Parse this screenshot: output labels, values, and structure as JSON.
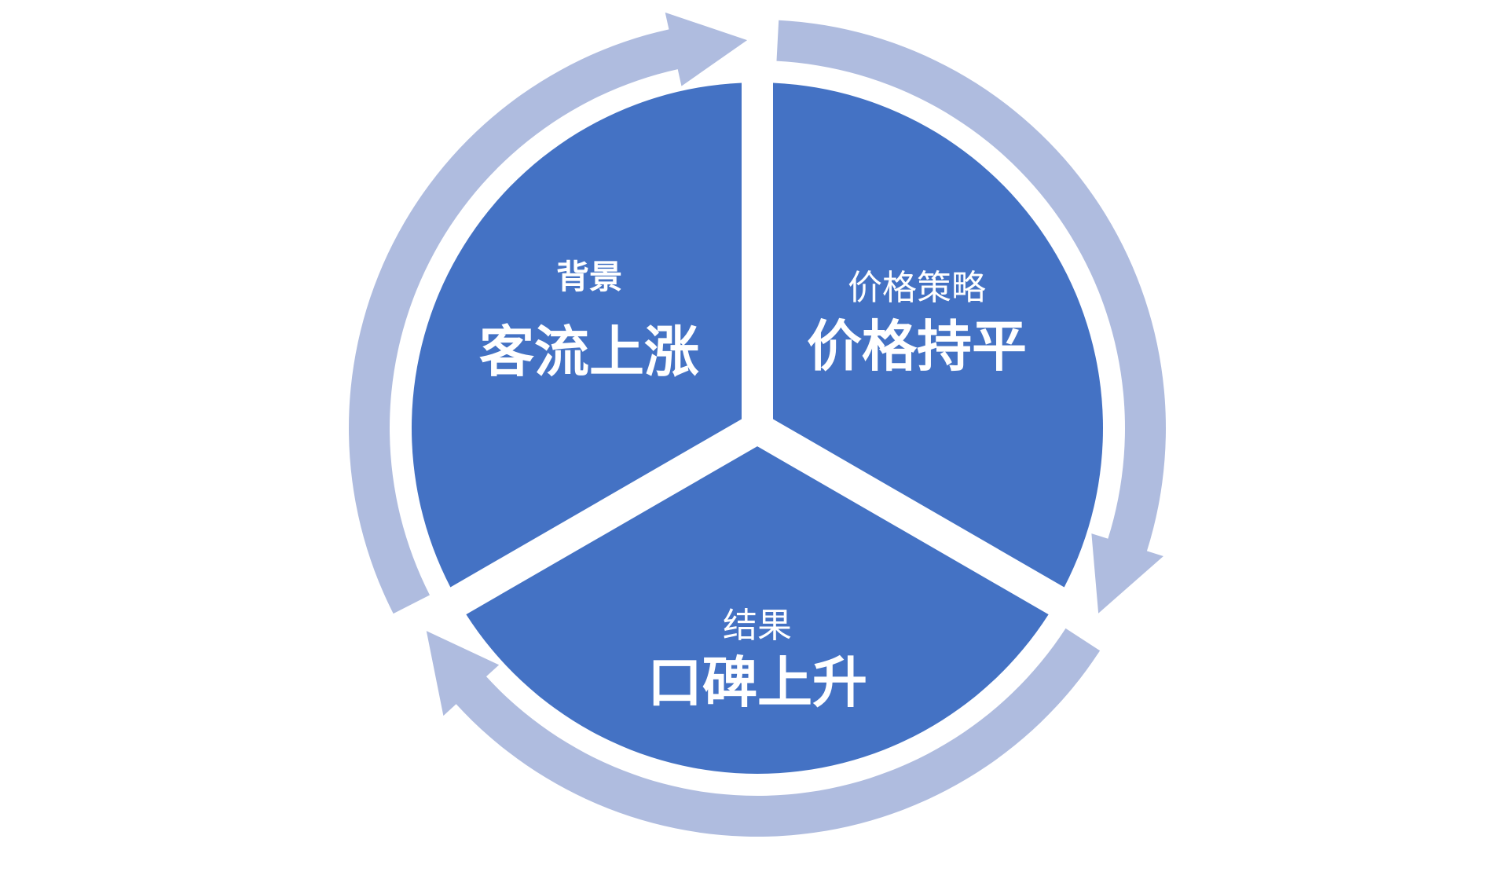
{
  "colors": {
    "segment_fill": "#4472C4",
    "ring_arrow": "#AFBCDF",
    "background": "#FFFFFF",
    "text": "#FFFFFF"
  },
  "segments": [
    {
      "id": "background",
      "title": "背景",
      "main": "客流上涨"
    },
    {
      "id": "price-strategy",
      "title": "价格策略",
      "main": "价格持平"
    },
    {
      "id": "result",
      "title": "结果",
      "main": "口碑上升"
    }
  ]
}
